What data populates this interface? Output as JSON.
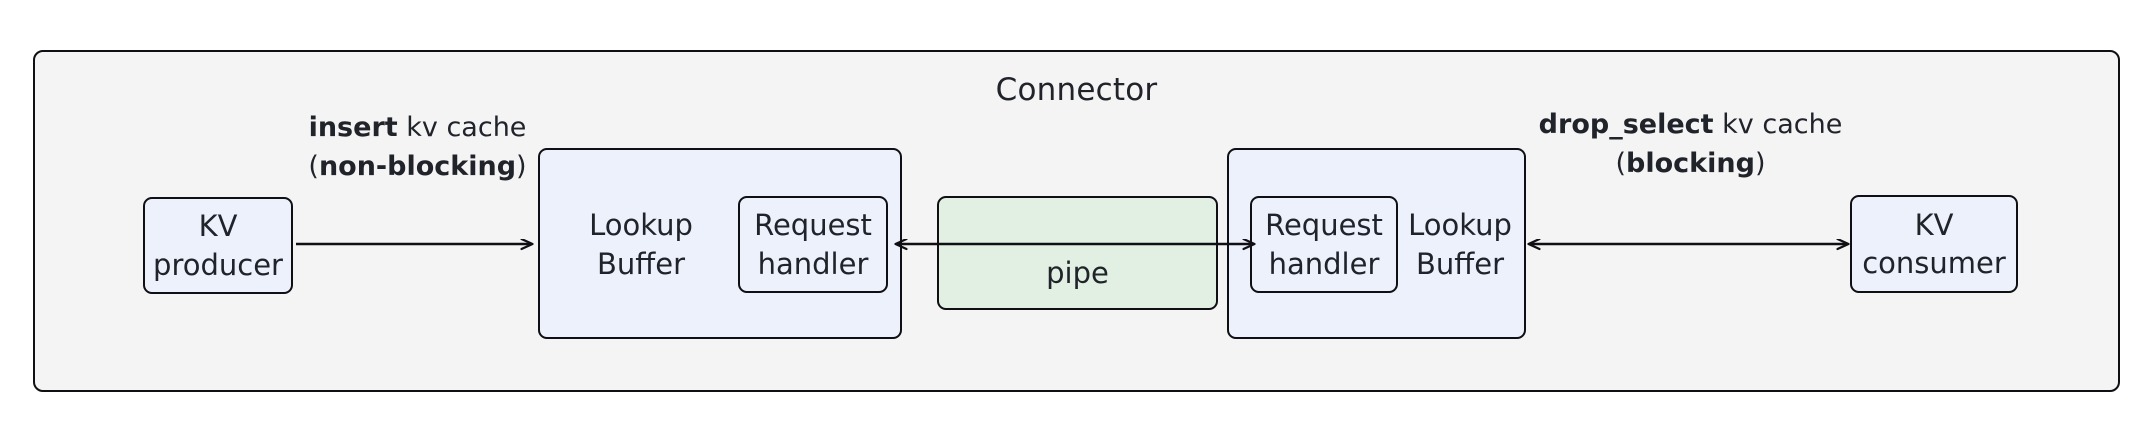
{
  "diagram": {
    "type": "architecture-flow",
    "container": {
      "title": "Connector",
      "fill": "#f4f4f4",
      "stroke": "#0f0f14"
    },
    "colors": {
      "node_fill": "#edf1fb",
      "pipe_fill": "#e2f0e4",
      "stroke": "#0f0f14",
      "text": "#21232b",
      "canvas": "#ffffff"
    },
    "nodes": {
      "kv_producer": {
        "line1": "KV",
        "line2": "producer"
      },
      "lookup_buffer_left": {
        "line1": "Lookup",
        "line2": "Buffer"
      },
      "request_handler_left": {
        "line1": "Request",
        "line2": "handler"
      },
      "pipe": {
        "label": "pipe"
      },
      "request_handler_right": {
        "line1": "Request",
        "line2": "handler"
      },
      "lookup_buffer_right": {
        "line1": "Lookup",
        "line2": "Buffer"
      },
      "kv_consumer": {
        "line1": "KV",
        "line2": "consumer"
      }
    },
    "edges": {
      "insert": {
        "op": "insert",
        "object": "kv cache",
        "mode_open": "(",
        "mode": "non-blocking",
        "mode_close": ")",
        "direction": "right",
        "from": "kv_producer",
        "to": "lookup_buffer_left"
      },
      "pipe_transfer": {
        "direction": "bidirectional",
        "from": "lookup_buffer_left",
        "to": "lookup_buffer_right",
        "via": "pipe"
      },
      "drop_select": {
        "op": "drop_select",
        "object": "kv cache",
        "mode_open": "(",
        "mode": "blocking",
        "mode_close": ")",
        "direction": "bidirectional",
        "from": "lookup_buffer_right",
        "to": "kv_consumer"
      }
    }
  }
}
